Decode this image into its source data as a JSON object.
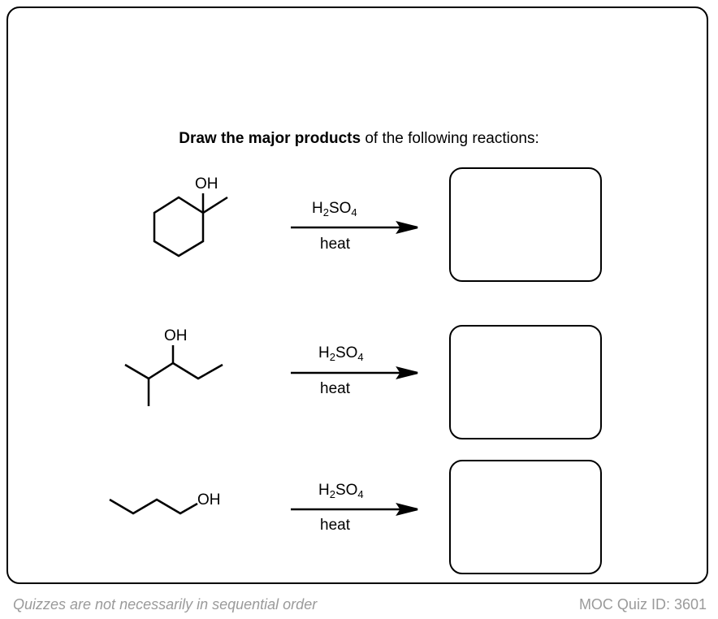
{
  "prompt": {
    "bold": "Draw the major products",
    "rest": " of the following reactions:"
  },
  "reactions": [
    {
      "reactant": "1-methylcyclohexanol",
      "oh_label": "OH",
      "reagent_main": "H",
      "reagent_sub1": "2",
      "reagent_mid": "SO",
      "reagent_sub2": "4",
      "condition": "heat"
    },
    {
      "reactant": "2-methyl-3-pentanol",
      "oh_label": "OH",
      "reagent_main": "H",
      "reagent_sub1": "2",
      "reagent_mid": "SO",
      "reagent_sub2": "4",
      "condition": "heat"
    },
    {
      "reactant": "1-butanol",
      "oh_label": "OH",
      "reagent_main": "H",
      "reagent_sub1": "2",
      "reagent_mid": "SO",
      "reagent_sub2": "4",
      "condition": "heat"
    }
  ],
  "footer": {
    "left": "Quizzes are not necessarily in sequential order",
    "right": "MOC Quiz ID: 3601"
  }
}
